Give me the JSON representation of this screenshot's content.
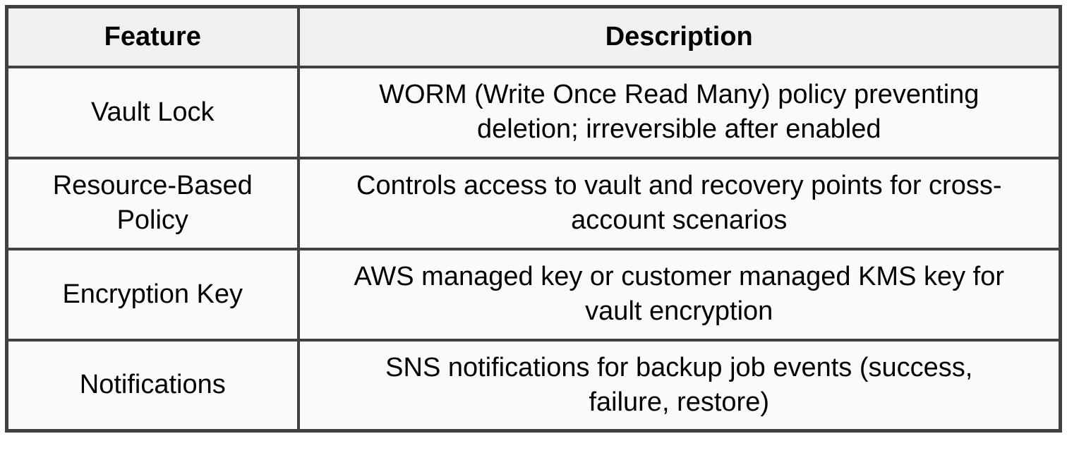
{
  "table": {
    "header": {
      "feature": "Feature",
      "description": "Description"
    },
    "rows": [
      {
        "feature": "Vault Lock",
        "description": "WORM (Write Once Read Many) policy preventing deletion; irreversible after enabled"
      },
      {
        "feature": "Resource-Based Policy",
        "description": "Controls access to vault and recovery points for cross-account scenarios"
      },
      {
        "feature": "Encryption Key",
        "description": "AWS managed key or customer managed KMS key for vault encryption"
      },
      {
        "feature": "Notifications",
        "description": "SNS notifications for backup job events (success, failure, restore)"
      }
    ]
  },
  "colors": {
    "border": "#414141",
    "header_bg": "#f0f0f0",
    "cell_bg": "#fafafa",
    "text": "#000000",
    "page_bg": "#ffffff"
  }
}
